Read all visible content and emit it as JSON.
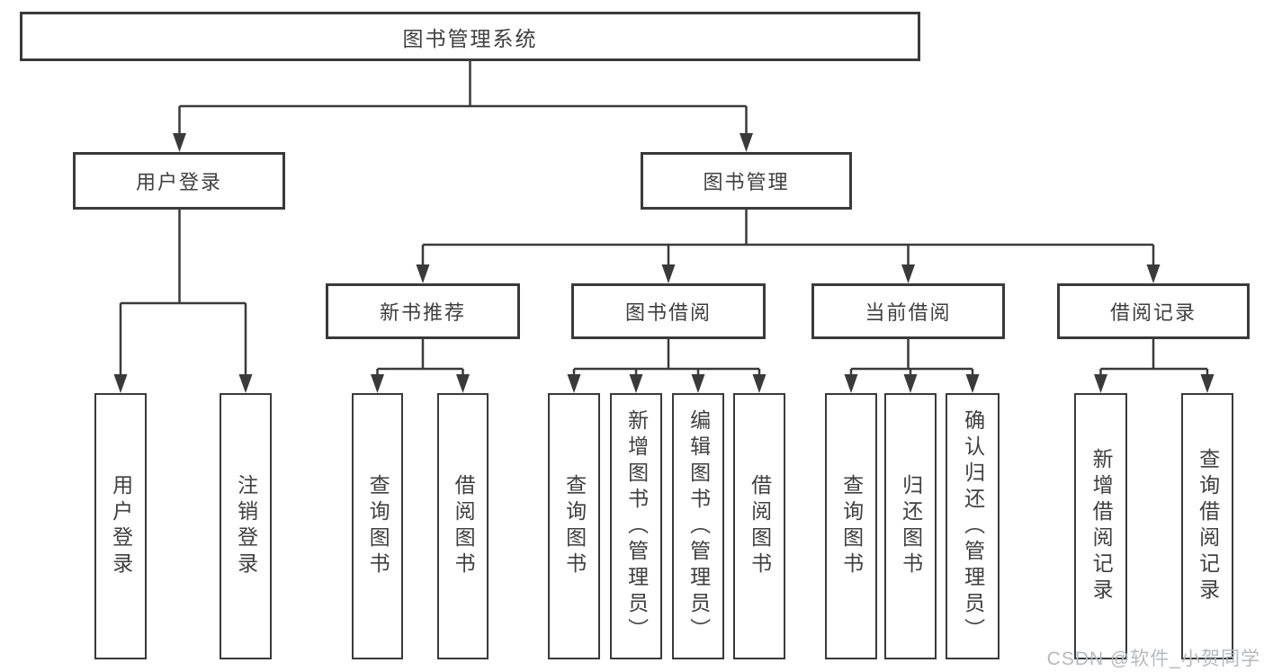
{
  "diagram": {
    "title": "图书管理系统",
    "root": {
      "label": "图书管理系统"
    },
    "branches": [
      {
        "label": "用户登录",
        "children": [
          {
            "label": "用户登录"
          },
          {
            "label": "注销登录"
          }
        ]
      },
      {
        "label": "图书管理",
        "children": [
          {
            "label": "新书推荐",
            "children": [
              {
                "label": "查询图书"
              },
              {
                "label": "借阅图书"
              }
            ]
          },
          {
            "label": "图书借阅",
            "children": [
              {
                "label": "查询图书"
              },
              {
                "label": "新增图书（管理员）"
              },
              {
                "label": "编辑图书（管理员）"
              },
              {
                "label": "借阅图书"
              }
            ]
          },
          {
            "label": "当前借阅",
            "children": [
              {
                "label": "查询图书"
              },
              {
                "label": "归还图书"
              },
              {
                "label": "确认归还（管理员）"
              }
            ]
          },
          {
            "label": "借阅记录",
            "children": [
              {
                "label": "新增借阅记录"
              },
              {
                "label": "查询借阅记录"
              }
            ]
          }
        ]
      }
    ],
    "colors": {
      "line": "#3a3a3a",
      "text": "#3f3f3f",
      "background": "#ffffff",
      "watermark": "#b6b9bc"
    },
    "watermark": "CSDN @软件_小贺同学"
  }
}
